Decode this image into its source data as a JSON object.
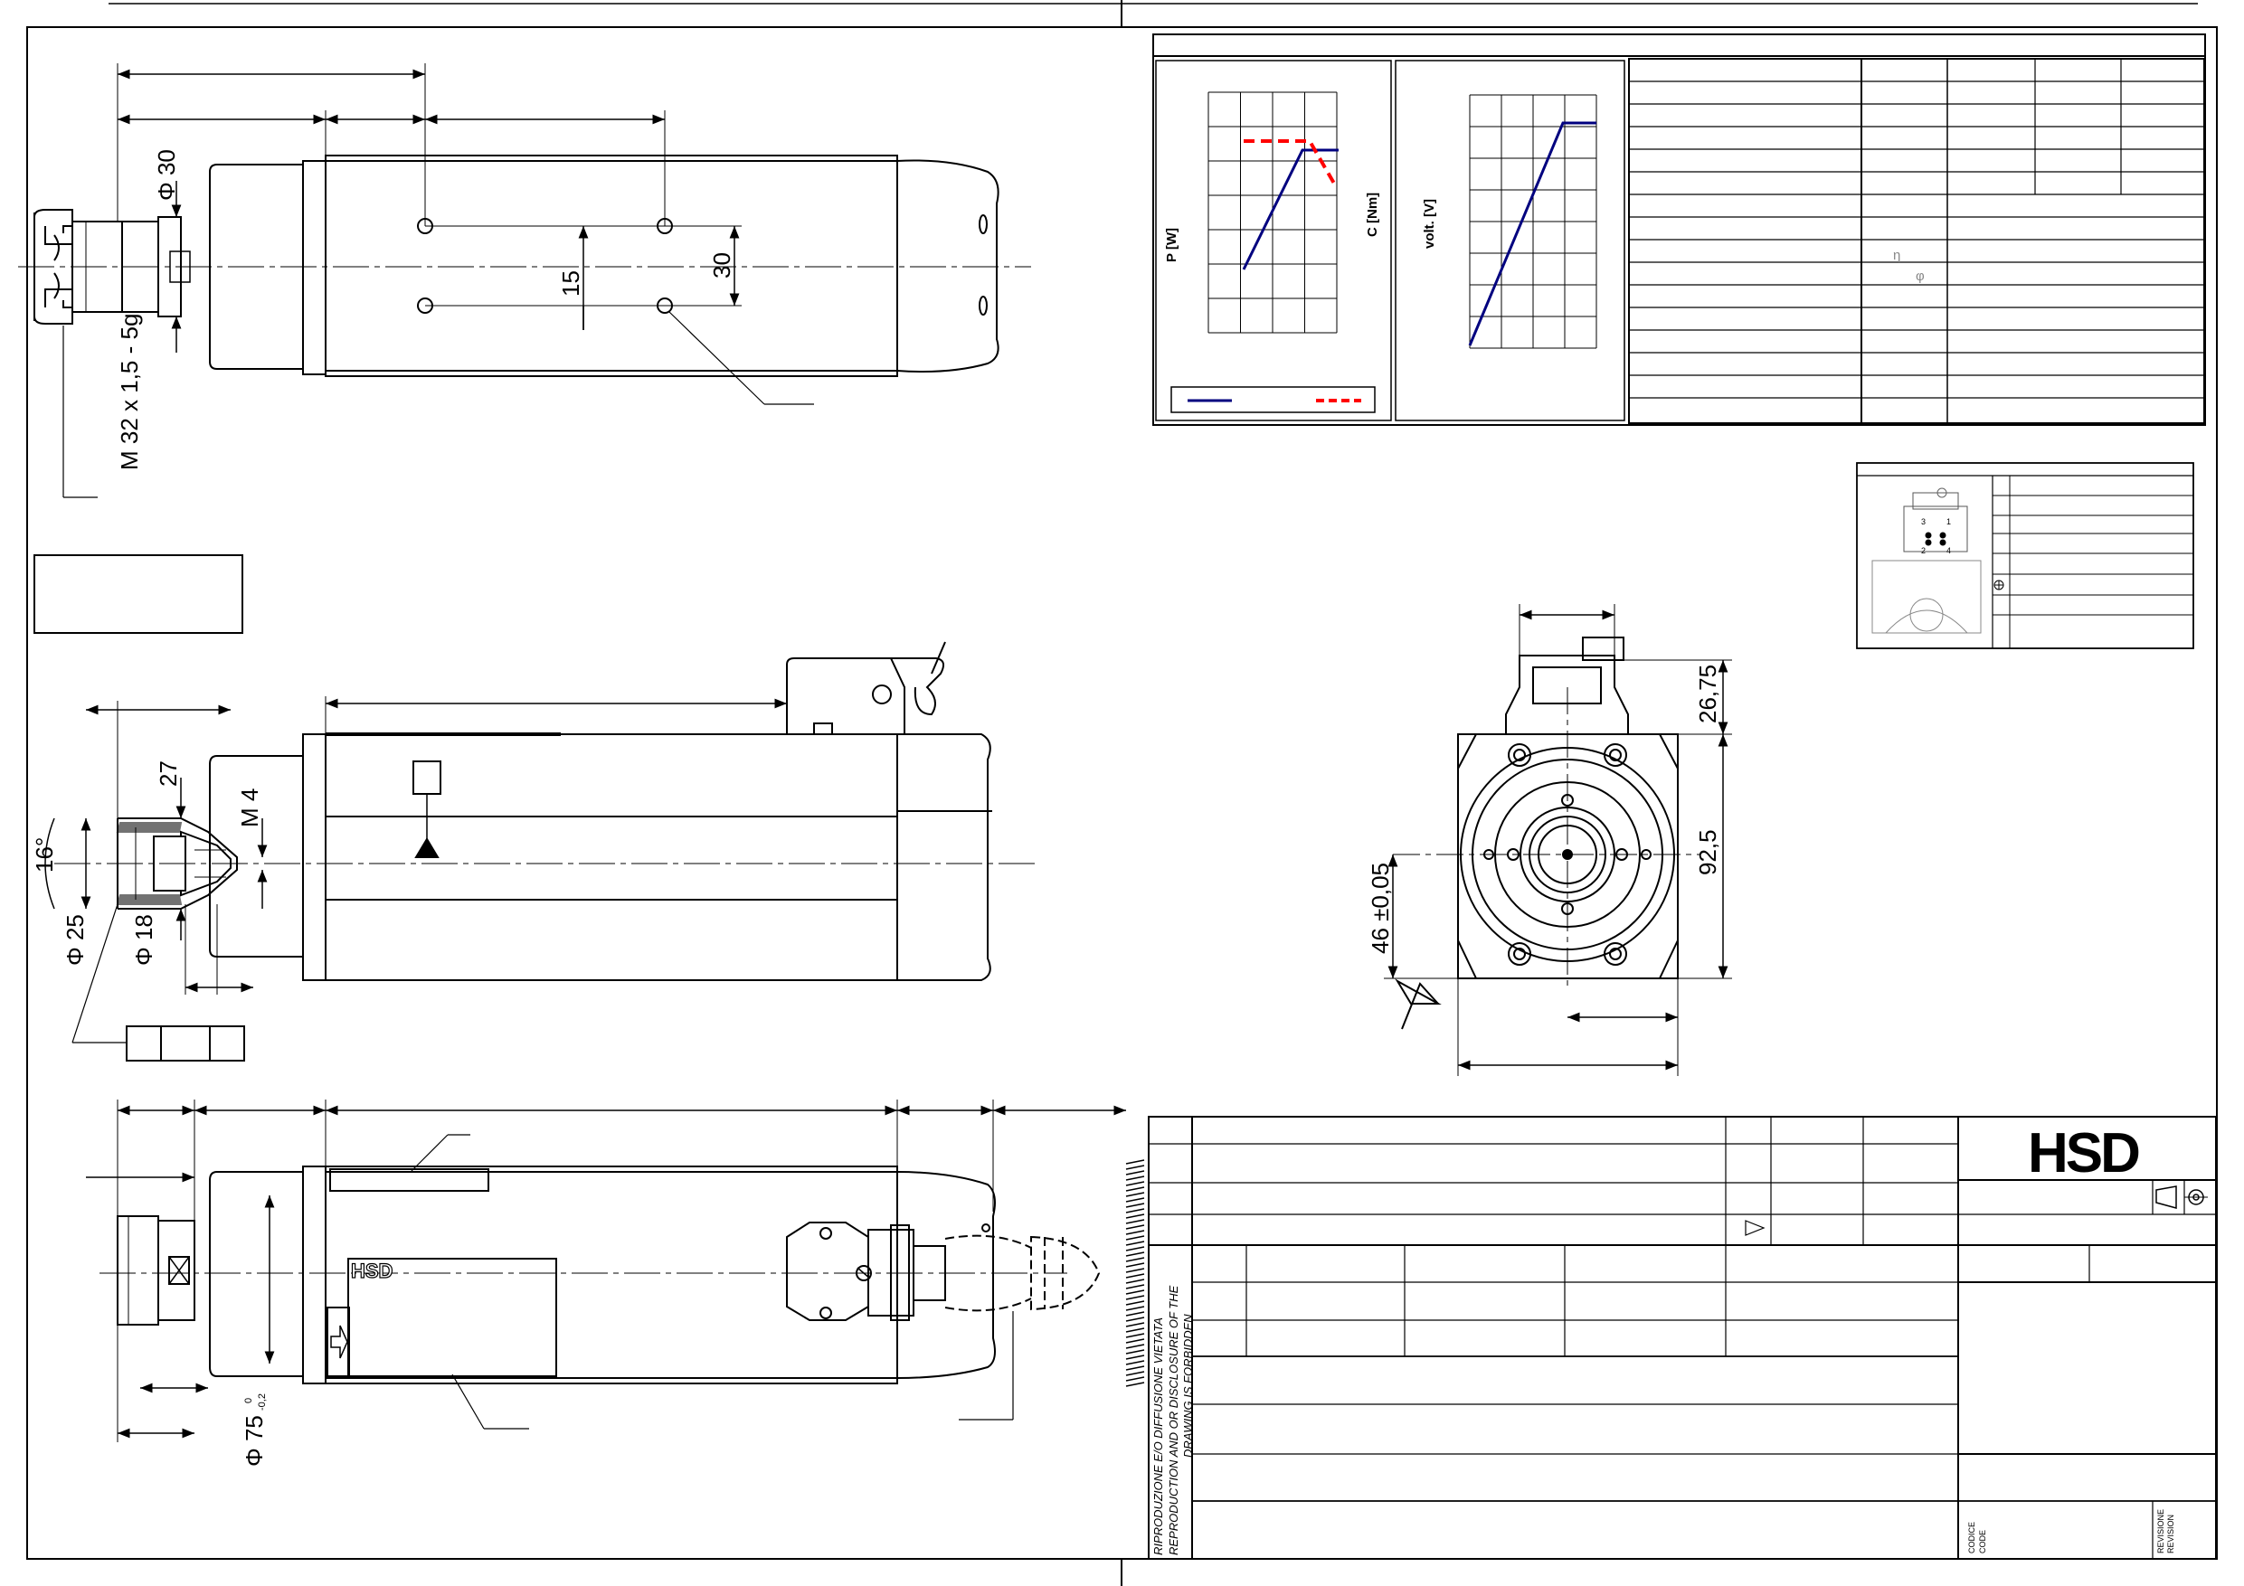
{
  "drawing": {
    "dimensions": {
      "shaft_diameter": "Φ 30",
      "thread": "M 32 x 1,5 - 5g",
      "hole_spacing_inner": "15",
      "hole_spacing_outer": "30",
      "taper_length": "27",
      "cone_angle": "16°",
      "collet_nut_diameter": "Φ 25",
      "inner_diameter": "Φ 18",
      "bolt_thread": "M 4",
      "body_diameter": "Φ 75",
      "body_tolerance_upper": "0",
      "body_tolerance_lower": "-0,2",
      "connector_height": "26,75",
      "flange_height": "92,5",
      "center_height": "46 ±0,05"
    },
    "charts": {
      "power_axis": "P [W]",
      "torque_axis": "C [Nm]",
      "voltage_axis": "volt. [V]"
    },
    "symbols": {
      "phi_small": "φ",
      "eta_small": "η"
    },
    "connector_pins": [
      "3",
      "1",
      "2",
      "4"
    ],
    "title_block": {
      "logo": "HSD",
      "warning_it": "RIPRODUZIONE E/O DIFFUSIONE VIETATA",
      "warning_en_1": "REPRODUCTION AND OR DISCLOSURE OF THE",
      "warning_en_2": "DRAWING IS FORBIDDEN",
      "code_it": "CODICE",
      "code_en": "CODE",
      "revision_it": "REVISIONE",
      "revision_en": "REVISION"
    },
    "body_label": "HSD"
  }
}
